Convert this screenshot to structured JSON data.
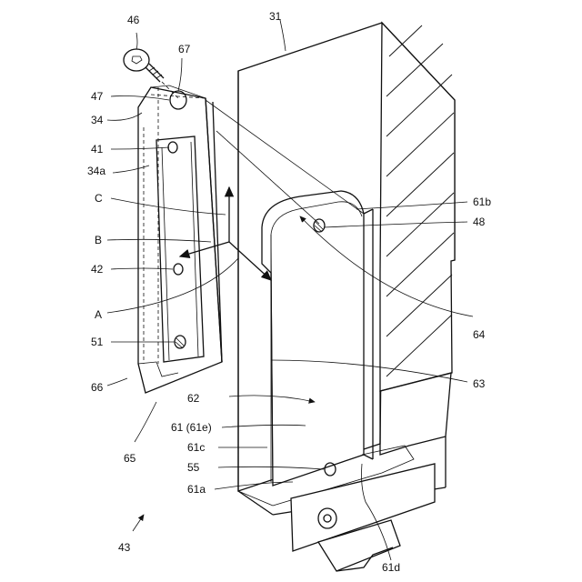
{
  "labels": {
    "l46": "46",
    "l67": "67",
    "l47": "47",
    "l34": "34",
    "l41": "41",
    "l34a": "34a",
    "lC": "C",
    "lB": "B",
    "l42": "42",
    "lA": "A",
    "l51": "51",
    "l66": "66",
    "l65": "65",
    "l31": "31",
    "l61b": "61b",
    "l48": "48",
    "l64": "64",
    "l63": "63",
    "l62": "62",
    "l61e": "61 (61e)",
    "l61c": "61c",
    "l55": "55",
    "l61a": "61a",
    "l43": "43",
    "l61d": "61d"
  }
}
